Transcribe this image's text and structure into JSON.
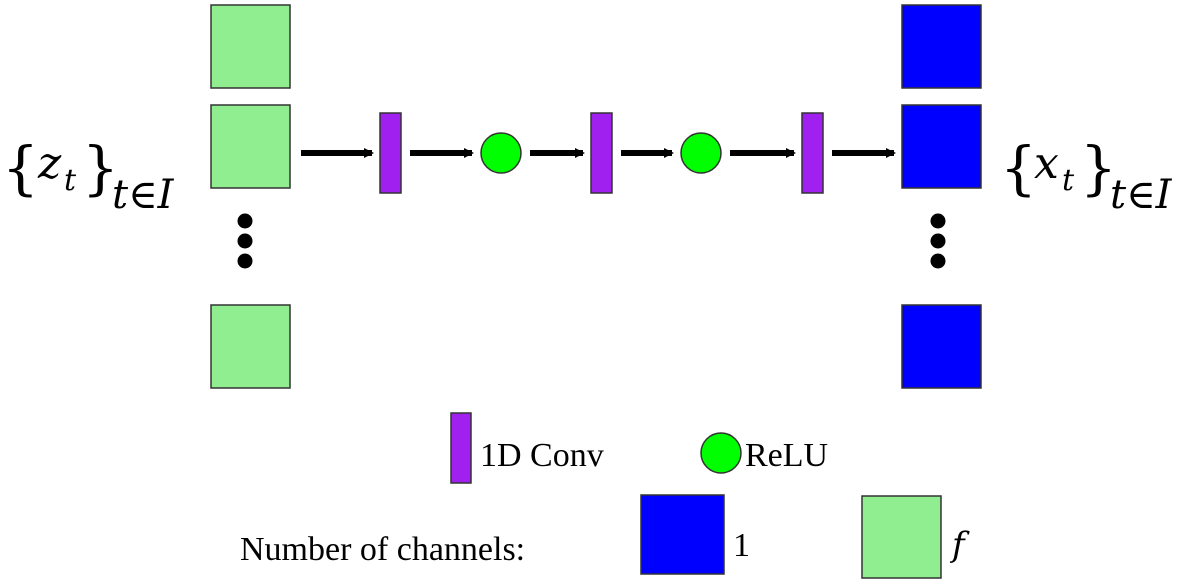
{
  "diagram": {
    "title": "",
    "input_label": {
      "brace_open": "{",
      "variable": "z",
      "subscript": "t",
      "brace_close": "}",
      "set_subscript": "t∈I"
    },
    "output_label": {
      "brace_open": "{",
      "variable": "x",
      "subscript": "t",
      "brace_close": "}",
      "set_subscript": "t∈I"
    },
    "input_block": {
      "channels": "f",
      "color": "#90ee90",
      "visible_squares": 3,
      "ellipsis": "⋮"
    },
    "output_block": {
      "channels": "1",
      "color": "#0000ff",
      "visible_squares": 3,
      "ellipsis": "⋮"
    },
    "pipeline": [
      {
        "type": "conv",
        "label": "1D Conv"
      },
      {
        "type": "relu",
        "label": "ReLU"
      },
      {
        "type": "conv",
        "label": "1D Conv"
      },
      {
        "type": "relu",
        "label": "ReLU"
      },
      {
        "type": "conv",
        "label": "1D Conv"
      }
    ],
    "colors": {
      "conv": "#a020f0",
      "relu": "#00ff00",
      "one_channel": "#0000ff",
      "f_channels": "#90ee90",
      "arrow": "#000000",
      "stroke": "#333333"
    }
  },
  "legend": {
    "conv_label": "1D Conv",
    "relu_label": "ReLU",
    "channels_title": "Number of channels:",
    "one_channel_label": "1",
    "f_channel_label": "f"
  }
}
